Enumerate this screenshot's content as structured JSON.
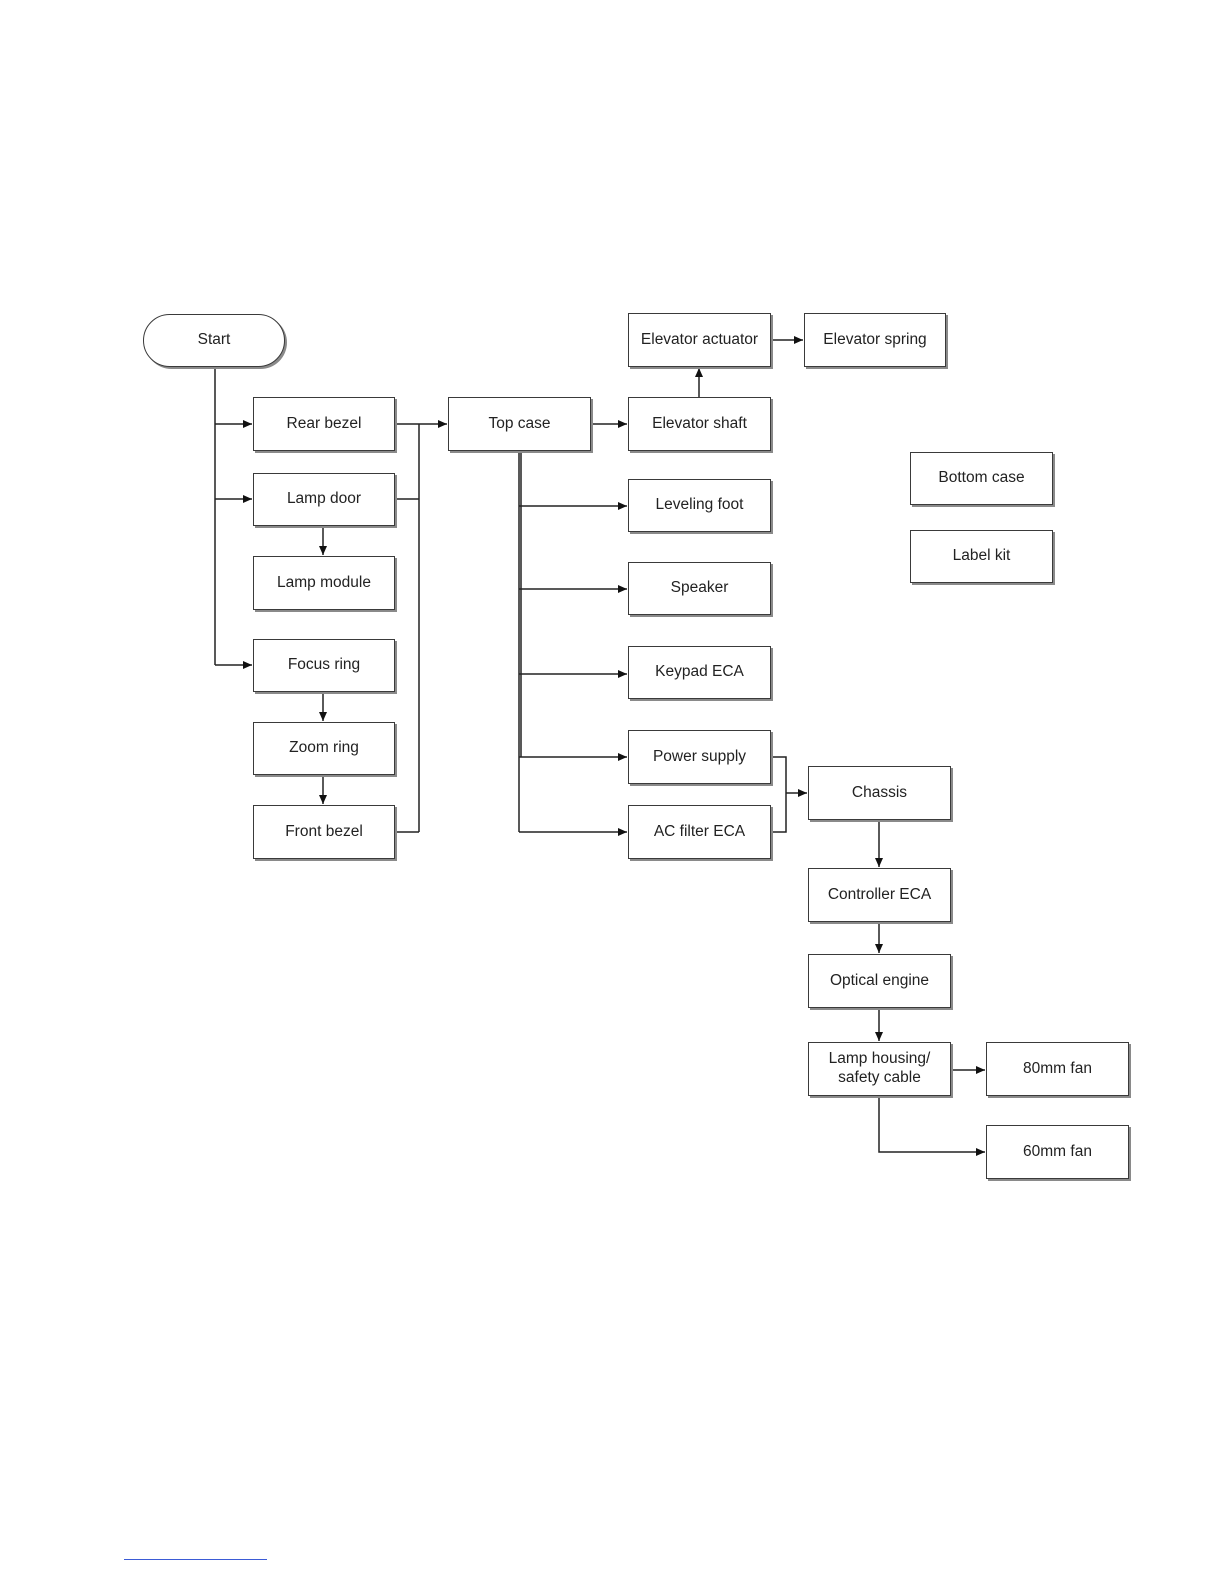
{
  "nodes": {
    "start": "Start",
    "rear_bezel": "Rear bezel",
    "lamp_door": "Lamp door",
    "lamp_module": "Lamp module",
    "focus_ring": "Focus ring",
    "zoom_ring": "Zoom ring",
    "front_bezel": "Front bezel",
    "top_case": "Top case",
    "elevator_actuator": "Elevator actuator",
    "elevator_spring": "Elevator spring",
    "elevator_shaft": "Elevator shaft",
    "leveling_foot": "Leveling foot",
    "speaker": "Speaker",
    "keypad_eca": "Keypad ECA",
    "power_supply": "Power supply",
    "ac_filter_eca": "AC filter ECA",
    "chassis": "Chassis",
    "controller_eca": "Controller ECA",
    "optical_engine": "Optical engine",
    "lamp_housing": "Lamp housing/\nsafety cable",
    "fan_80mm": "80mm fan",
    "fan_60mm": "60mm fan",
    "bottom_case": "Bottom case",
    "label_kit": "Label kit"
  },
  "edges": [
    [
      "start",
      "rear_bezel"
    ],
    [
      "start",
      "lamp_door"
    ],
    [
      "start",
      "focus_ring"
    ],
    [
      "lamp_door",
      "lamp_module"
    ],
    [
      "focus_ring",
      "zoom_ring"
    ],
    [
      "zoom_ring",
      "front_bezel"
    ],
    [
      "rear_bezel",
      "top_case"
    ],
    [
      "lamp_door",
      "top_case"
    ],
    [
      "front_bezel",
      "top_case"
    ],
    [
      "top_case",
      "elevator_shaft"
    ],
    [
      "elevator_shaft",
      "elevator_actuator"
    ],
    [
      "elevator_actuator",
      "elevator_spring"
    ],
    [
      "top_case",
      "leveling_foot"
    ],
    [
      "top_case",
      "speaker"
    ],
    [
      "top_case",
      "keypad_eca"
    ],
    [
      "top_case",
      "power_supply"
    ],
    [
      "top_case",
      "ac_filter_eca"
    ],
    [
      "power_supply",
      "chassis"
    ],
    [
      "ac_filter_eca",
      "chassis"
    ],
    [
      "chassis",
      "controller_eca"
    ],
    [
      "controller_eca",
      "optical_engine"
    ],
    [
      "optical_engine",
      "lamp_housing"
    ],
    [
      "lamp_housing",
      "fan_80mm"
    ],
    [
      "lamp_housing",
      "fan_60mm"
    ]
  ]
}
